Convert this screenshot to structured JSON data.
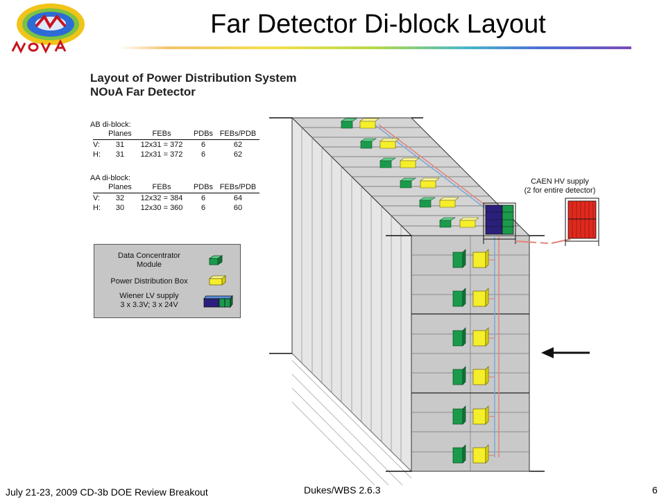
{
  "slide": {
    "title": "Far Detector Di-block Layout",
    "footer_left": "July 21-23, 2009 CD-3b DOE Review Breakout",
    "footer_center": "Dukes/WBS 2.6.3",
    "page_number": "6"
  },
  "logo": {
    "name": "NOvA logo",
    "text": "NOvA",
    "colors": {
      "ring": "#f0c419",
      "disc": "#2d6bd6",
      "glow": "#7cc242",
      "letters": "#c8141e"
    }
  },
  "diagram": {
    "heading_line1": "Layout of Power Distribution System",
    "heading_line2": "NOυA Far Detector",
    "tables": [
      {
        "label": "AB di-block:",
        "headers": [
          "Planes",
          "FEBs",
          "PDBs",
          "FEBs/PDB"
        ],
        "rows": [
          [
            "V:",
            "31",
            "12x31 = 372",
            "6",
            "62"
          ],
          [
            "H:",
            "31",
            "12x31 = 372",
            "6",
            "62"
          ]
        ]
      },
      {
        "label": "AA di-block:",
        "headers": [
          "Planes",
          "FEBs",
          "PDBs",
          "FEBs/PDB"
        ],
        "rows": [
          [
            "V:",
            "32",
            "12x32 = 384",
            "6",
            "64"
          ],
          [
            "H:",
            "30",
            "12x30 = 360",
            "6",
            "60"
          ]
        ]
      }
    ],
    "legend": {
      "dcm_line1": "Data Concentrator",
      "dcm_line2": "Module",
      "pdb": "Power Distribution Box",
      "lv_line1": "Wiener LV supply",
      "lv_line2": "3 x 3.3V; 3 x 24V"
    },
    "hv_label_line1": "CAEN HV supply",
    "hv_label_line2": "(2 for entire detector)",
    "colors": {
      "dcm_green": "#1a9b4b",
      "pdb_yellow": "#f5ee2a",
      "lv_blue": "#2a1f7a",
      "hv_red": "#e02a1e",
      "detector_gray": "#c9c9c9",
      "cable_blue": "#7aa7d8",
      "cable_red": "#e0837a"
    }
  }
}
